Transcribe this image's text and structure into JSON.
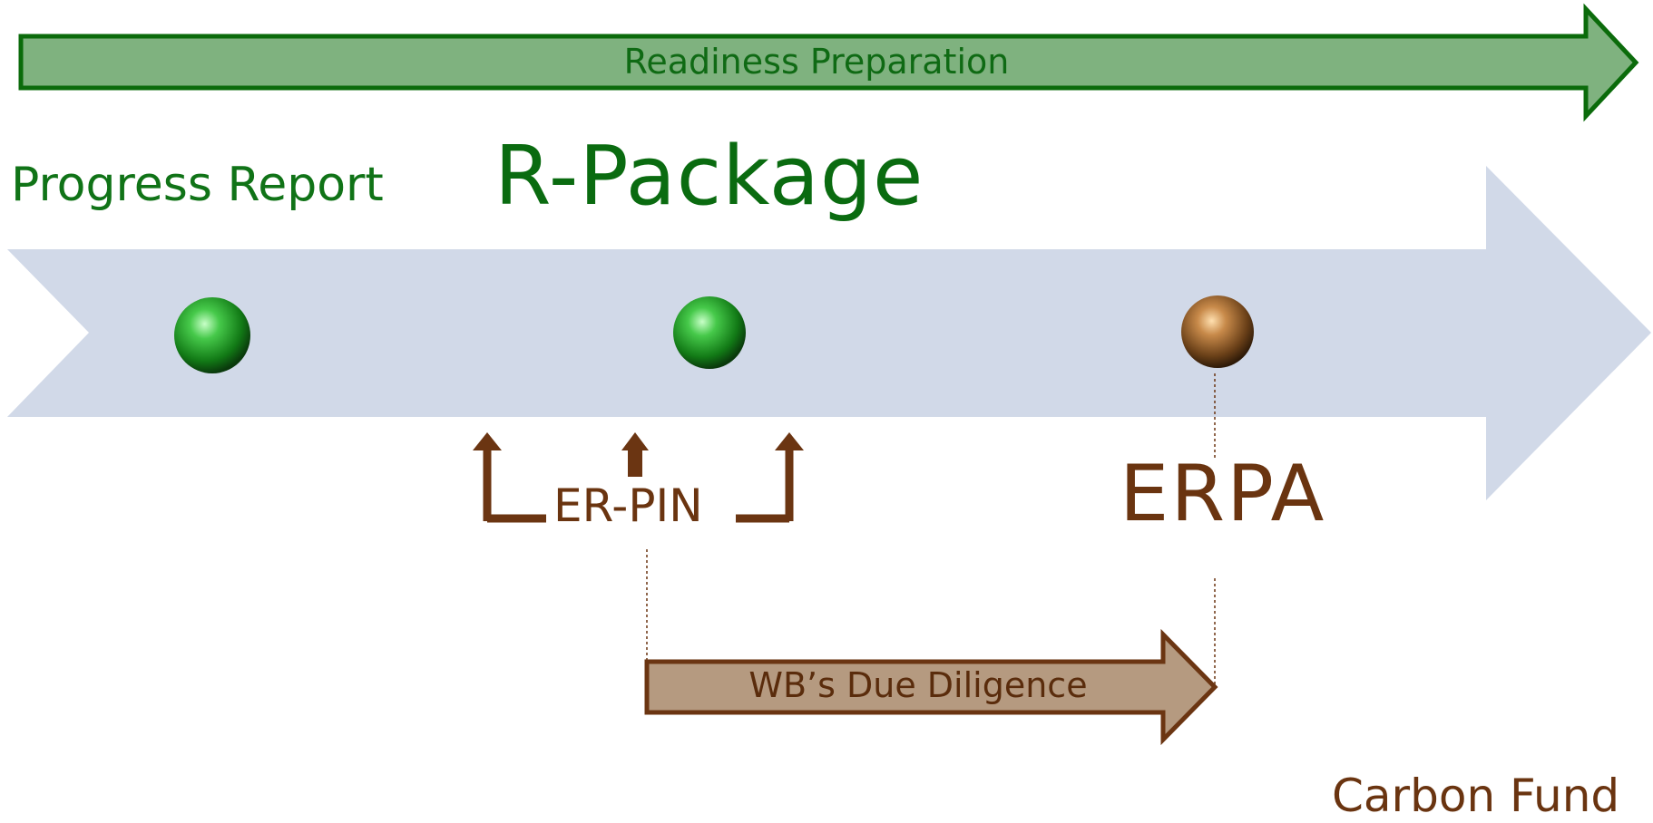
{
  "readiness_arrow": {
    "label": "Readiness Preparation",
    "fill": "#7fb27f",
    "stroke": "#0b6b0b"
  },
  "main_timeline": {
    "fill": "#d1d9e8"
  },
  "milestones": [
    {
      "name": "progress-report",
      "label": "Progress Report",
      "marker_color": "green"
    },
    {
      "name": "r-package",
      "label": "R-Package",
      "marker_color": "green"
    },
    {
      "name": "erpa",
      "label": "ERPA",
      "marker_color": "bronze"
    }
  ],
  "er_pin": {
    "label": "ER-PIN",
    "bracket_color": "#6b3512"
  },
  "due_diligence_arrow": {
    "label": "WB’s Due Diligence",
    "fill": "#b59a80",
    "stroke": "#6b3512"
  },
  "footer": {
    "label": "Carbon Fund"
  },
  "colors": {
    "green_text": "#0f6a14",
    "brown_text": "#6a3410"
  }
}
